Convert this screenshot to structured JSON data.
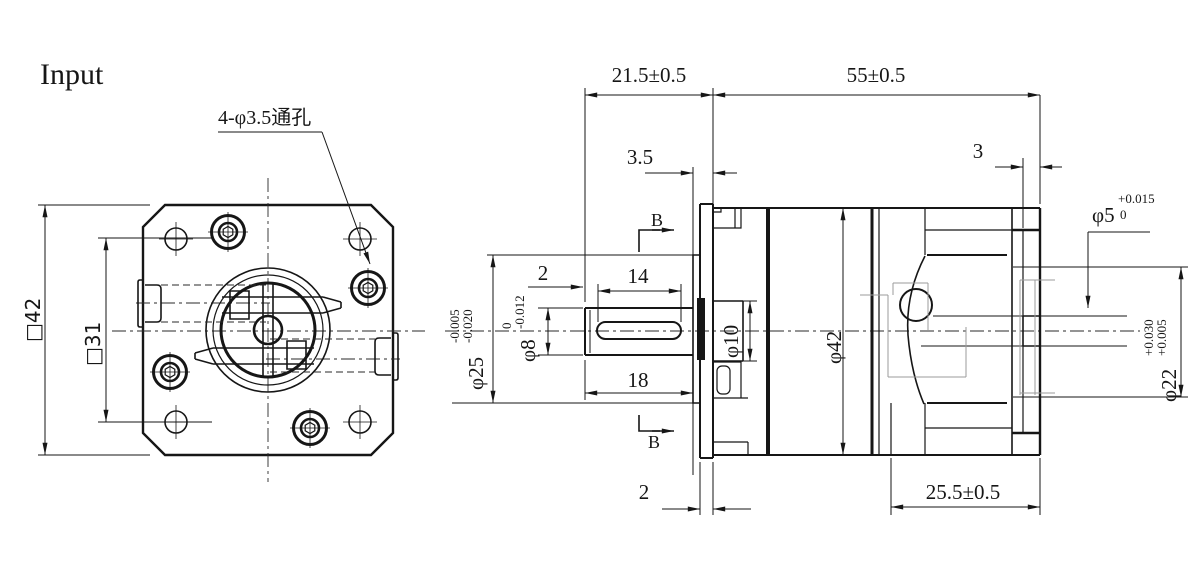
{
  "title": "Input",
  "front_view": {
    "note_through_holes": "4-φ3.5通孔",
    "dim_square_42": "□42",
    "dim_square_31": "□31"
  },
  "side_view": {
    "dim_total_left": "21.5±0.5",
    "dim_total_right": "55±0.5",
    "dim_3_5": "3.5",
    "dim_3": "3",
    "dim_key_offset": "2",
    "dim_key_length": "14",
    "dim_shaft_length": "18",
    "dim_flange_thickness": "2",
    "dim_rear_length": "25.5±0.5",
    "section_label": "B",
    "dia_25": {
      "main": "φ25",
      "tol_upper": "-0.005",
      "tol_lower": "-0.020"
    },
    "dia_8": {
      "main": "φ8",
      "tol_upper": "0",
      "tol_lower": "-0.012"
    },
    "dia_10": "φ10",
    "dia_42": "φ42",
    "dia_5": {
      "main": "φ5",
      "tol_upper": "+0.015",
      "tol_lower": "0"
    },
    "dia_22": {
      "main": "φ22",
      "tol_upper": "+0.030",
      "tol_lower": "+0.005"
    }
  },
  "colors": {
    "line": "#161616",
    "phantom": "#9b9b9b",
    "background": "#ffffff"
  }
}
